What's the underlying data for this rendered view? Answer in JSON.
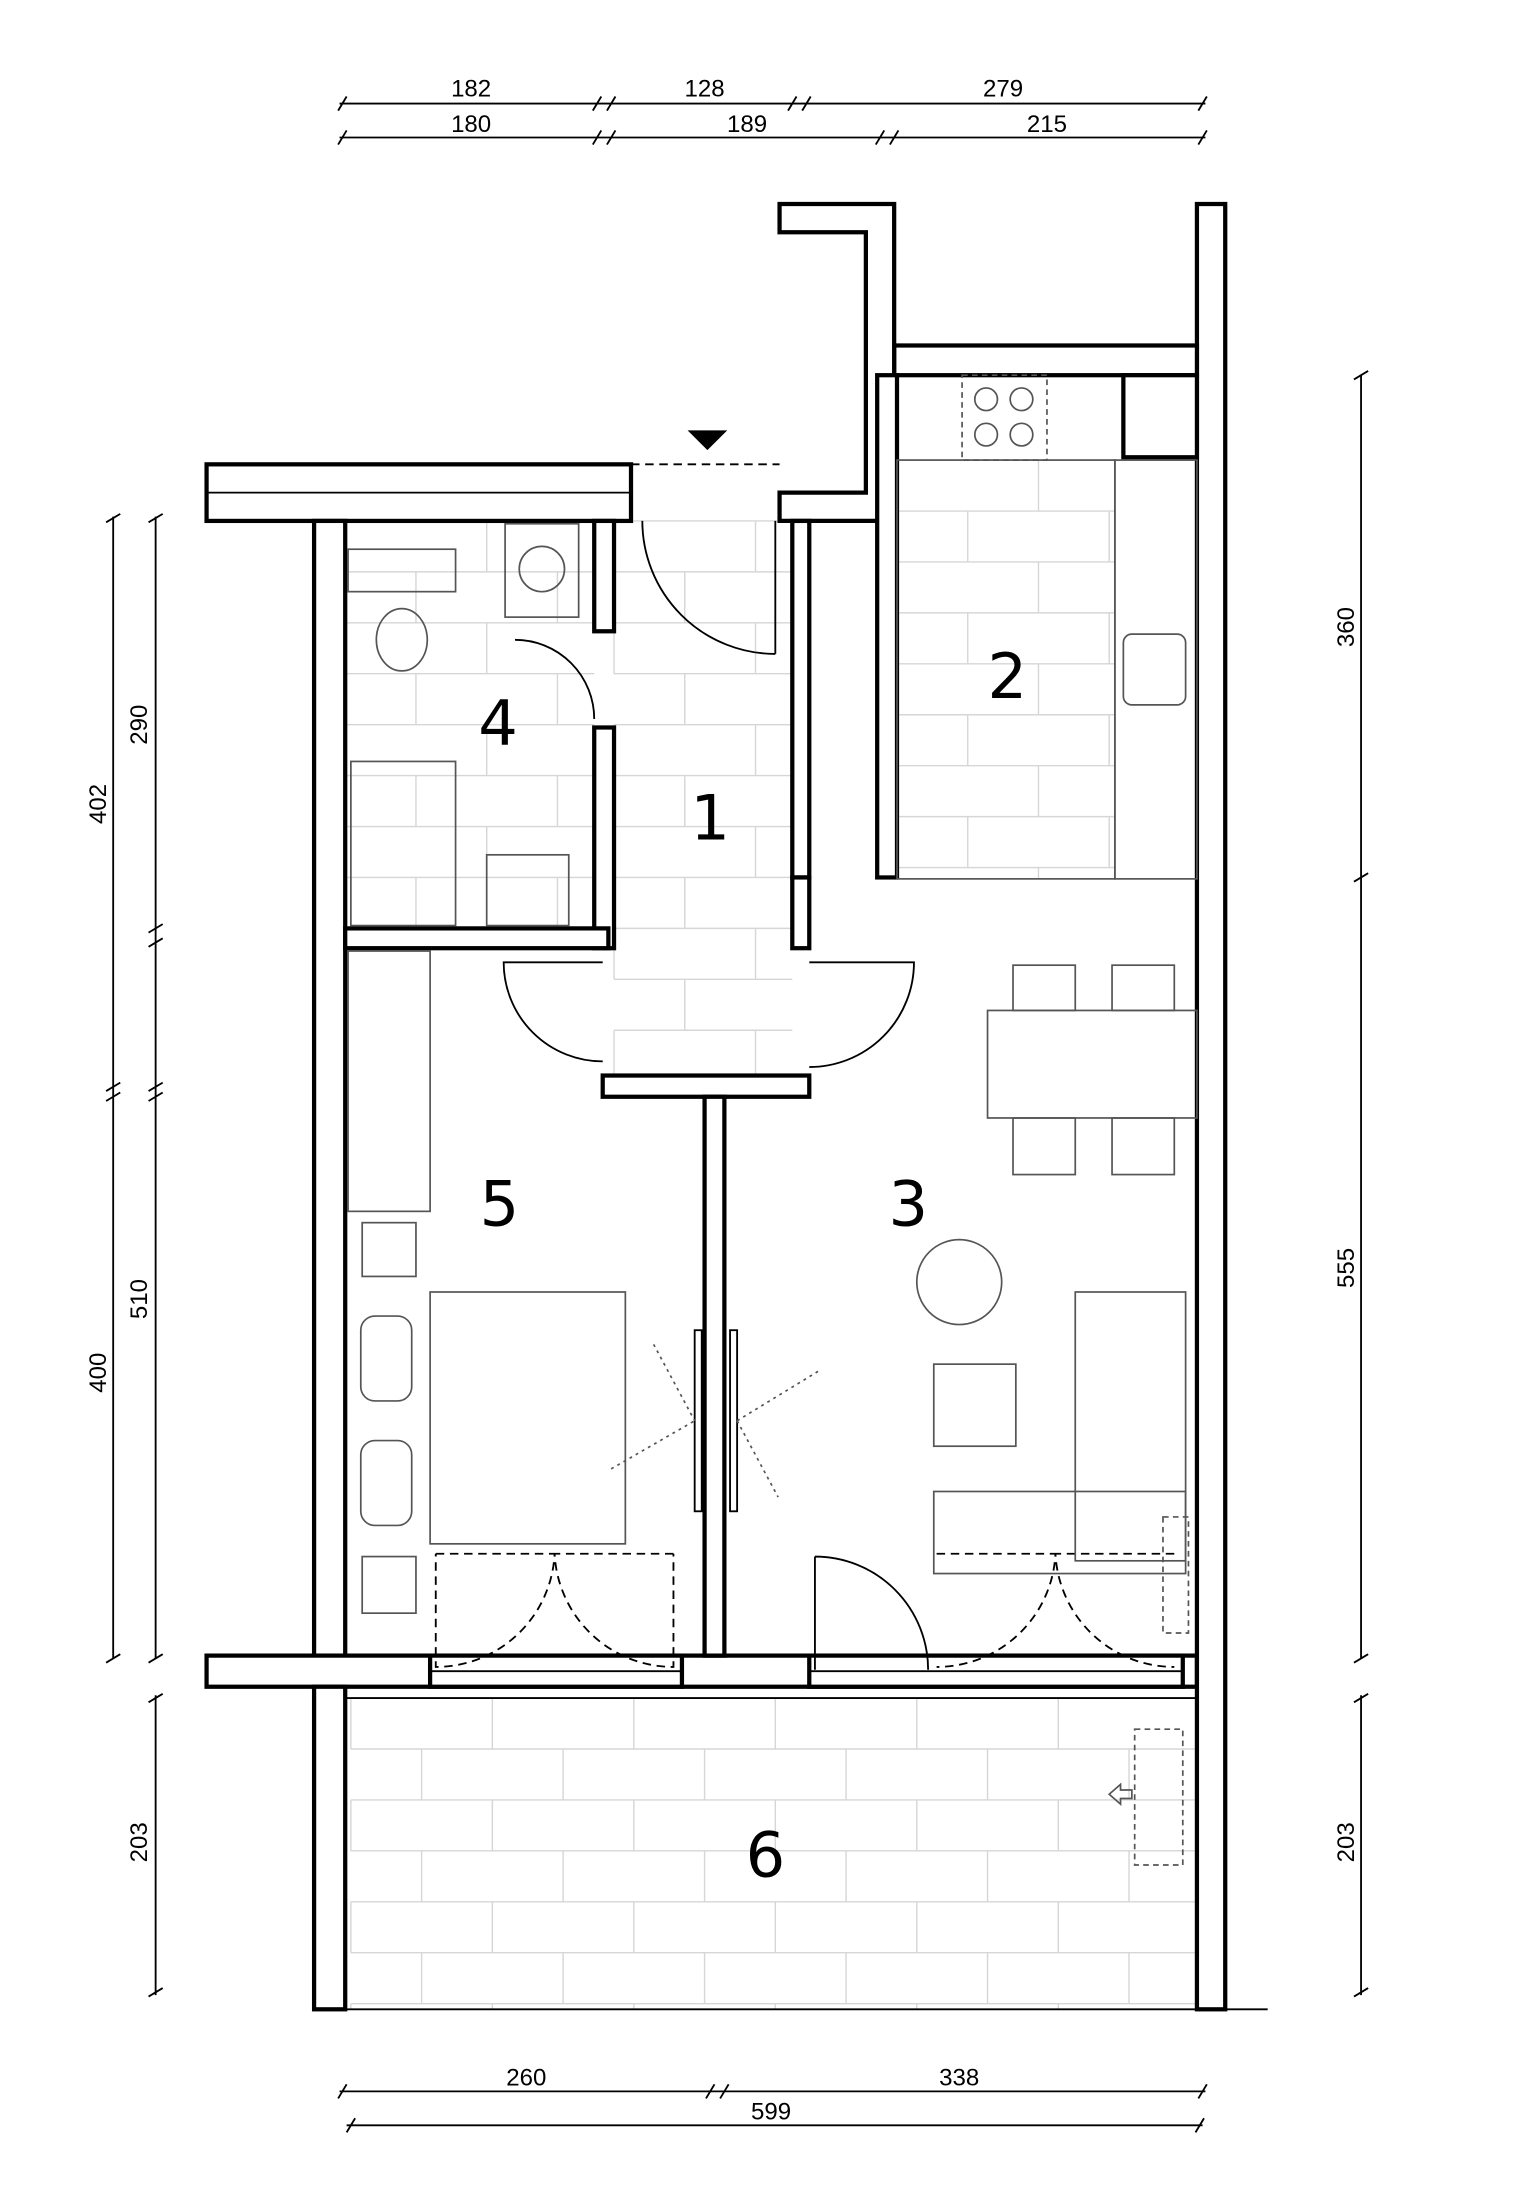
{
  "plan": {
    "rooms": [
      {
        "number": "1"
      },
      {
        "number": "2"
      },
      {
        "number": "3"
      },
      {
        "number": "4"
      },
      {
        "number": "5"
      },
      {
        "number": "6"
      }
    ],
    "dimensions": {
      "top_row1": [
        "182",
        "128",
        "279"
      ],
      "top_row2": [
        "180",
        "189",
        "215"
      ],
      "bottom_row1": [
        "260",
        "338"
      ],
      "bottom_total": "599",
      "left_outer": [
        "402",
        "400",
        "203"
      ],
      "left_inner": [
        "290",
        "510"
      ],
      "right": [
        "360",
        "555",
        "203"
      ]
    }
  }
}
